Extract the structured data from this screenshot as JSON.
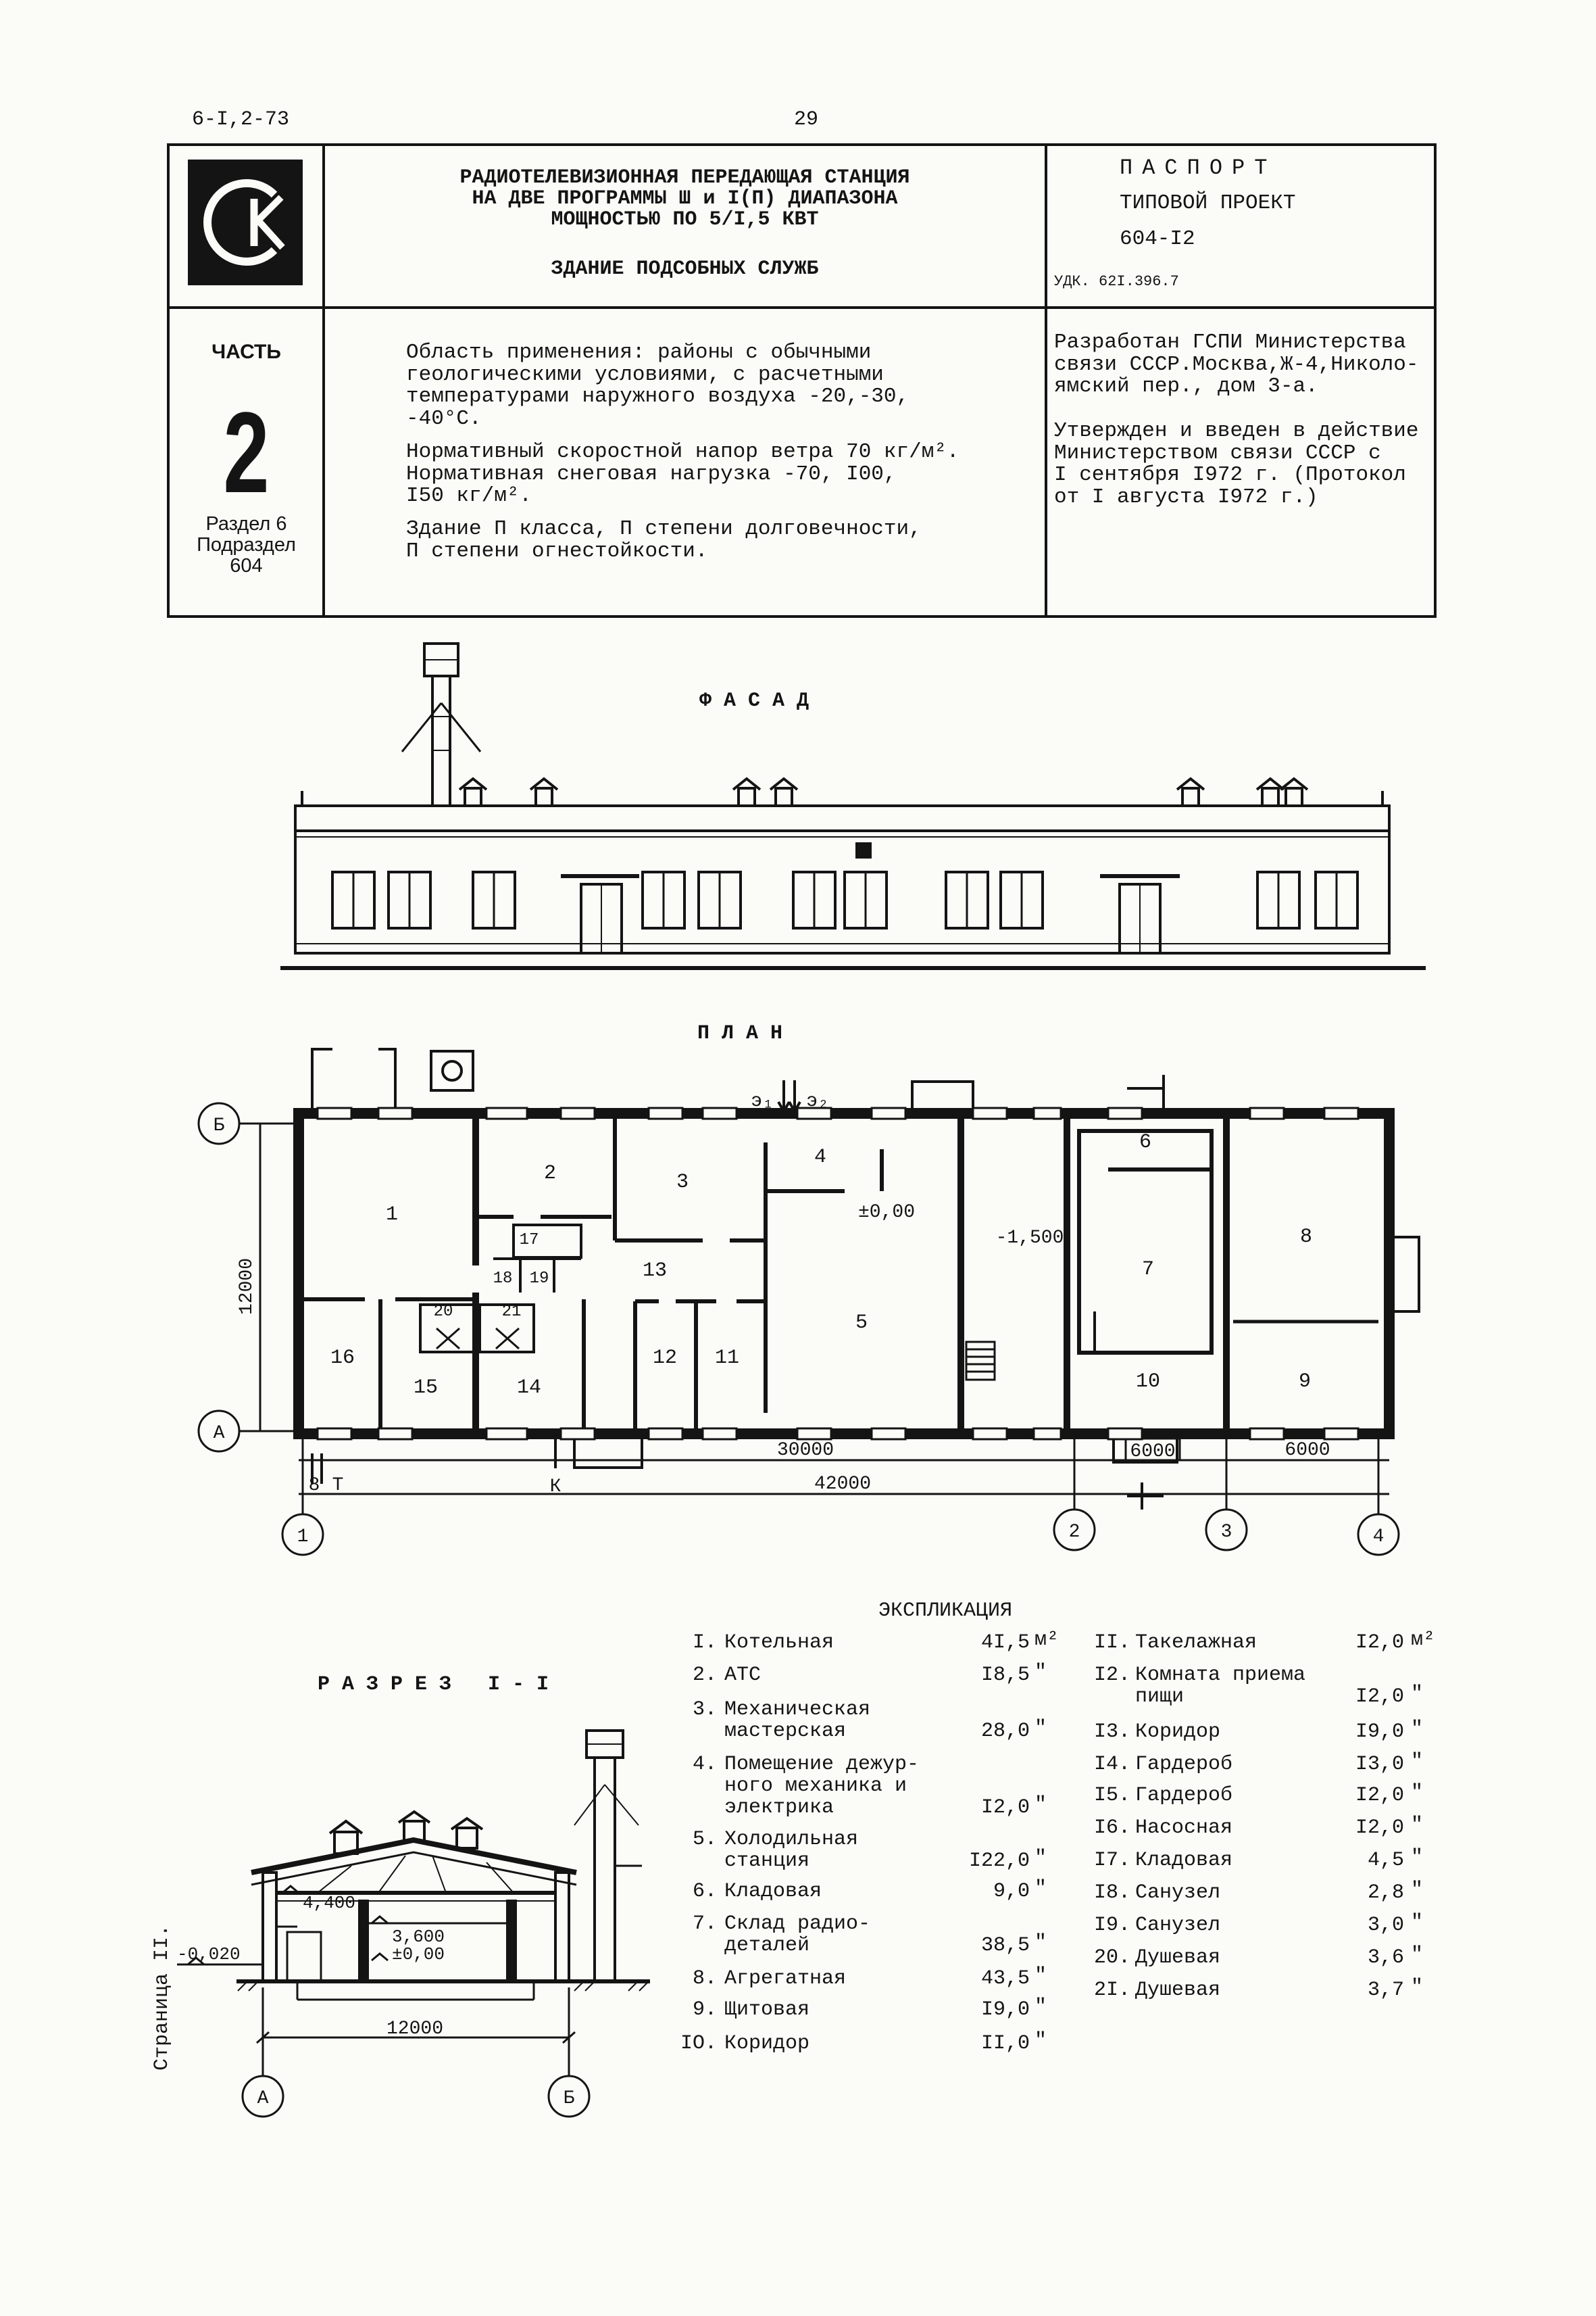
{
  "header": {
    "code": "6-I,2-73",
    "page": "29"
  },
  "title_block": {
    "title_lines": [
      "РАДИОТЕЛЕВИЗИОННАЯ ПЕРЕДАЮЩАЯ СТАНЦИЯ",
      "НА ДВЕ ПРОГРАММЫ Ш и I(П) ДИАПАЗОНА",
      "МОЩНОСТЬЮ ПО 5/I,5 КВТ"
    ],
    "building": "ЗДАНИЕ ПОДСОБНЫХ СЛУЖБ",
    "doc_type": "ПАСПОРТ",
    "project_kind": "ТИПОВОЙ ПРОЕКТ",
    "project_number": "604-I2",
    "udk": "УДК. 62I.396.7",
    "part_label": "ЧАСТЬ",
    "part_number": "2",
    "section": "Раздел 6",
    "subsection": "Подраздел",
    "subsection_number": "604"
  },
  "description": {
    "application": [
      "Область применения: районы с обычными",
      "геологическими условиями, с расчетными",
      "температурами наружного воздуха -20,-30,",
      "-40°С."
    ],
    "loads": [
      "Нормативный скоростной напор ветра 70 кг/м².",
      "Нормативная снеговая нагрузка -70, I00,",
      "I50 кг/м²."
    ],
    "building_class": [
      "Здание П класса, П степени долговечности,",
      "П степени огнестойкости."
    ]
  },
  "developer": {
    "developed": [
      "Разработан ГСПИ Министерства",
      "связи СССР.Москва,Ж-4,Николо-",
      "ямский пер., дом 3-а."
    ],
    "approved": [
      "Утвержден и введен в действие",
      "Министерством связи СССР с",
      "I сентября I972 г. (Протокол",
      "от I августа I972 г.)"
    ]
  },
  "drawings": {
    "facade_title": "ФАСАД",
    "plan_title": "ПЛАН",
    "section_title": "РАЗРЕЗ I-I"
  },
  "plan": {
    "rooms": [
      "1",
      "2",
      "3",
      "4",
      "5",
      "6",
      "7",
      "8",
      "9",
      "10",
      "11",
      "12",
      "13",
      "14",
      "15",
      "16",
      "17",
      "18",
      "19",
      "20",
      "21"
    ],
    "levels": {
      "floor": "±0,00",
      "pit": "-1,500"
    },
    "dims": {
      "depth": "12000",
      "span_main": "30000",
      "span_mid": "6000",
      "span_right": "6000",
      "total": "42000"
    },
    "axes": {
      "b": "Б",
      "a": "А",
      "axis1": "1",
      "axis2": "2",
      "axis3": "3",
      "axis4": "4"
    },
    "utilities": {
      "e1": "э₁",
      "e2": "э₂",
      "inlet_a": "8",
      "inlet_b": "Т",
      "sewer": "К"
    }
  },
  "section": {
    "levels": {
      "eaves": "4,400",
      "ceiling": "3,600",
      "floor": "±0,00",
      "ground": "-0,020"
    },
    "dim": "12000",
    "axes": {
      "a": "А",
      "b": "Б"
    }
  },
  "explication": {
    "title": "ЭКСПЛИКАЦИЯ",
    "rows": [
      {
        "num": "I.",
        "name": "Котельная",
        "value": "4I,5",
        "unit": "м²"
      },
      {
        "num": "2.",
        "name": "АТС",
        "value": "I8,5",
        "unit": "\""
      },
      {
        "num": "3.",
        "name": "Механическая\nмастерская",
        "value": "28,0",
        "unit": "\""
      },
      {
        "num": "4.",
        "name": "Помещение дежур-\nного механика и\nэлектрика",
        "value": "I2,0",
        "unit": "\""
      },
      {
        "num": "5.",
        "name": "Холодильная\nстанция",
        "value": "I22,0",
        "unit": "\""
      },
      {
        "num": "6.",
        "name": "Кладовая",
        "value": "9,0",
        "unit": "\""
      },
      {
        "num": "7.",
        "name": "Склад радио-\nдеталей",
        "value": "38,5",
        "unit": "\""
      },
      {
        "num": "8.",
        "name": "Агрегатная",
        "value": "43,5",
        "unit": "\""
      },
      {
        "num": "9.",
        "name": "Щитовая",
        "value": "I9,0",
        "unit": "\""
      },
      {
        "num": "IO.",
        "name": "Коридор",
        "value": "II,0",
        "unit": "\""
      },
      {
        "num": "II.",
        "name": "Такелажная",
        "value": "I2,0",
        "unit": "м²"
      },
      {
        "num": "I2.",
        "name": "Комната приема\nпищи",
        "value": "I2,0",
        "unit": "\""
      },
      {
        "num": "I3.",
        "name": "Коридор",
        "value": "I9,0",
        "unit": "\""
      },
      {
        "num": "I4.",
        "name": "Гардероб",
        "value": "I3,0",
        "unit": "\""
      },
      {
        "num": "I5.",
        "name": "Гардероб",
        "value": "I2,0",
        "unit": "\""
      },
      {
        "num": "I6.",
        "name": "Насосная",
        "value": "I2,0",
        "unit": "\""
      },
      {
        "num": "I7.",
        "name": "Кладовая",
        "value": "4,5",
        "unit": "\""
      },
      {
        "num": "I8.",
        "name": "Санузел",
        "value": "2,8",
        "unit": "\""
      },
      {
        "num": "I9.",
        "name": "Санузел",
        "value": "3,0",
        "unit": "\""
      },
      {
        "num": "20.",
        "name": "Душевая",
        "value": "3,6",
        "unit": "\""
      },
      {
        "num": "2I.",
        "name": "Душевая",
        "value": "3,7",
        "unit": "\""
      }
    ]
  },
  "side_label": "Страница II."
}
